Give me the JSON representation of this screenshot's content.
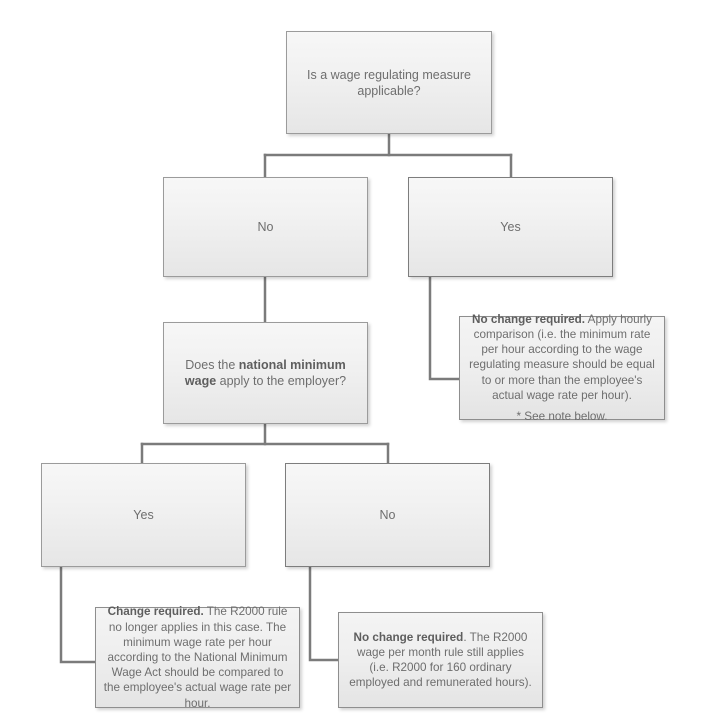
{
  "diagram": {
    "title": "Wage regulating measure decision flowchart",
    "type": "flowchart",
    "palette": {
      "text": "#6e6e6e",
      "bold_text": "#5e5e5e",
      "border": "#9b9b9b",
      "connector": "#7b7b7b",
      "fill_top": "#f7f7f7",
      "fill_bottom": "#e6e6e6",
      "background": "#ffffff"
    },
    "nodes": {
      "q_measure": {
        "label": "Is a wage regulating measure applicable?",
        "kind": "decision"
      },
      "measure_no": {
        "label": "No",
        "kind": "branch"
      },
      "measure_yes": {
        "label": "Yes",
        "kind": "branch"
      },
      "note_measure_yes": {
        "kind": "note",
        "lead": "No change required.",
        "body": " Apply hourly comparison (i.e. the minimum rate per hour according to the wage regulating measure should be equal to or more than the employee's actual wage rate per hour).",
        "footnote": "* See note below."
      },
      "q_nmw": {
        "kind": "decision",
        "prefix": "Does the ",
        "emphasis": "national minimum wage",
        "suffix": " apply to the employer?"
      },
      "nmw_yes": {
        "label": "Yes",
        "kind": "branch"
      },
      "nmw_no": {
        "label": "No",
        "kind": "branch"
      },
      "note_nmw_yes": {
        "kind": "note",
        "lead": "Change required.",
        "body": " The R2000 rule no longer applies in this case. The minimum wage rate per hour according to the National Minimum Wage Act should be compared to the employee's actual wage rate per hour."
      },
      "note_nmw_no": {
        "kind": "note",
        "lead": "No change required",
        "body": ". The R2000 wage per month rule still applies (i.e. R2000 for 160 ordinary employed and remunerated hours)."
      }
    }
  }
}
